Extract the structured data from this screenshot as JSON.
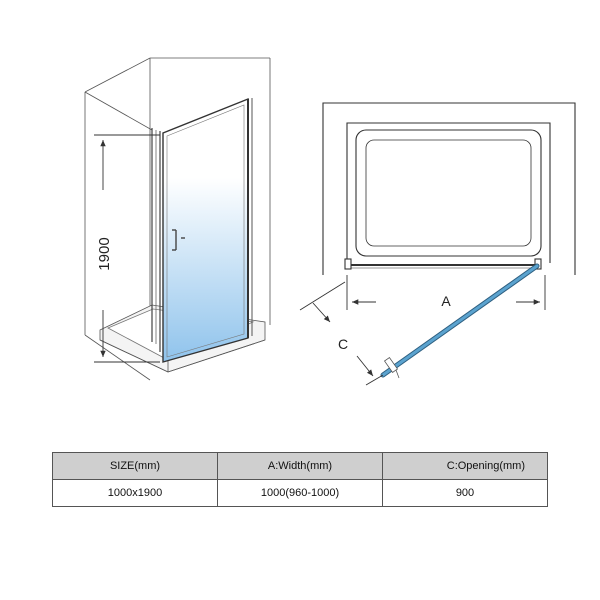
{
  "diagram": {
    "height_label": "1900",
    "width_label": "A",
    "opening_label": "C",
    "colors": {
      "line": "#333333",
      "glass_gradient_top": "#ffffff",
      "glass_gradient_bottom": "#8fc3ec",
      "glass_panel": "#5ba3cf"
    }
  },
  "table": {
    "headers": [
      "SIZE(mm)",
      "A:Width(mm)",
      "C:Opening(mm)"
    ],
    "rows": [
      [
        "1000x1900",
        "1000(960-1000)",
        "900"
      ]
    ],
    "header_bg": "#cfcfcf"
  }
}
